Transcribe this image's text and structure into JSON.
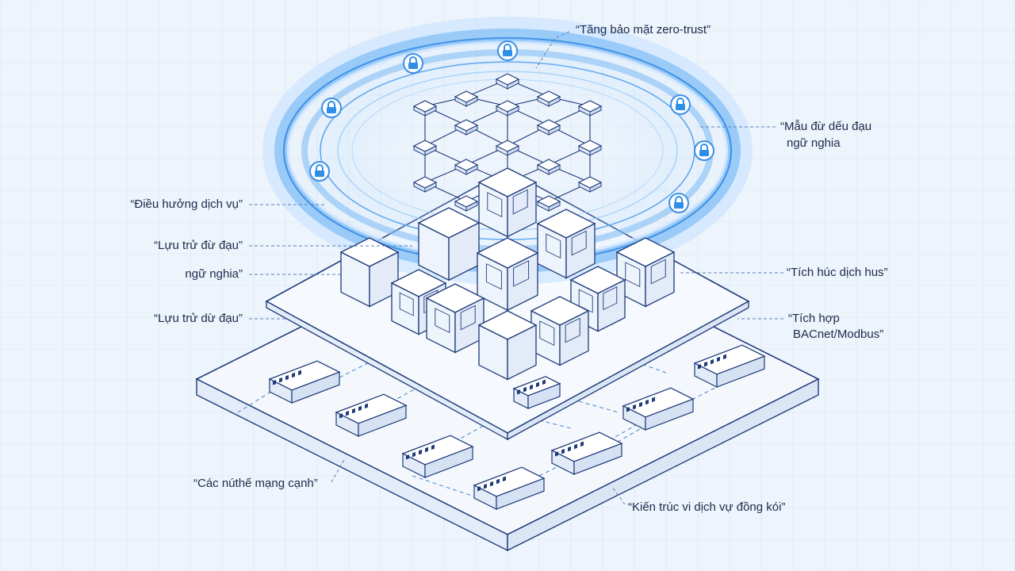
{
  "colors": {
    "background": "#eef4fb",
    "grid": "#c9d8ec",
    "line": "#1e3a7a",
    "leader": "#5b7fb8",
    "ring": "#5aa6ee",
    "ring_glow": "#9fd0ff",
    "lock": "#2f8fe8",
    "text": "#1c2a4d"
  },
  "labels": {
    "zero_trust": "“Tăng bảo mặt zero-trust”",
    "semantic_model_1": "“Mẫu đừ dếu đạu",
    "semantic_model_2": "ngữ nghia",
    "service_routing": "“Điều hưởng dịch vụ”",
    "storage_top": "“Lựu trử đừ đạu”",
    "semantic_left": "ngữ nghia”",
    "storage_bottom": "“Lựu trử dừ đạu”",
    "service_integration": "“Tích húc dịch hus”",
    "bacnet_1": "“Tích hợp",
    "bacnet_2": "BACnet/Modbus”",
    "edge_nodes": "“Các núthế mạng cạnh”",
    "microservices": "“Kiến trúc vi dịch vự đồng kói”"
  },
  "icons": {
    "lock": "lock-icon",
    "graph_node": "graph-node-icon",
    "service_cube": "service-cube-icon",
    "edge_device": "edge-device-icon"
  }
}
